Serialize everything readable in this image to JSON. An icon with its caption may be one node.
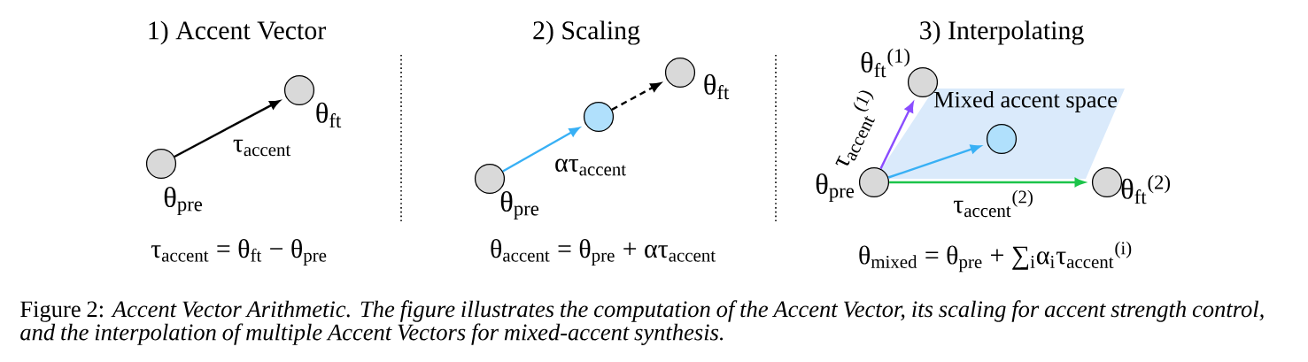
{
  "diagram": {
    "caption": "Figure 2: *Accent Vector Arithmetic. The figure illustrates the computation of the Accent Vector, its scaling for accent strength control, and the interpolation of multiple Accent Vectors for mixed-accent synthesis.*",
    "nodes": [
      {
        "text": [],
        "shape": "circle",
        "beside": [
          "θ$_{pre}$"
        ]
      },
      {
        "text": [],
        "shape": "circle",
        "beside": [
          "θ$_{ft}$"
        ]
      },
      {
        "text": [],
        "shape": "circle",
        "beside": [
          "θ$_{pre}$"
        ]
      },
      {
        "text": [],
        "shape": "circle"
      },
      {
        "text": [],
        "shape": "circle",
        "beside": [
          "θ$_{ft}$"
        ]
      },
      {
        "text": [],
        "shape": "circle",
        "beside": [
          "θ$_{ft}$$^{(1)}$"
        ]
      },
      {
        "text": [
          "Mixed accent space"
        ]
      },
      {
        "text": [],
        "shape": "circle",
        "in": 6
      },
      {
        "text": [],
        "shape": "circle",
        "beside": [
          "θ$_{pre}$"
        ]
      },
      {
        "text": [],
        "shape": "circle",
        "beside": [
          "θ$_{ft}$$^{(2)}$"
        ]
      }
    ],
    "edges": [
      {
        "from": 0,
        "to": 1,
        "arrow": "to",
        "label": "τ$_{accent}$"
      },
      {
        "from": 2,
        "to": 3,
        "arrow": "to",
        "label": "ατ$_{accent}$",
        "color": "#38b0f5"
      },
      {
        "from": 3,
        "to": 4,
        "arrow": "to",
        "style": "dashed"
      },
      {
        "from": 8,
        "to": 5,
        "arrow": "to",
        "label": "τ$_{accent}$$^{(1)}$",
        "color": "#8a4dff"
      },
      {
        "from": 8,
        "to": 7,
        "arrow": "to",
        "color": "#38b0f5"
      },
      {
        "from": 8,
        "to": 9,
        "arrow": "to",
        "label": "τ$_{accent}$$^{(2)}$",
        "color": "#1cc44a"
      }
    ],
    "labels": [
      "1) Accent Vector",
      "2) Scaling",
      "3) Interpolating",
      "τ$_{accent}$ = θ$_{ft}$ − θ$_{pre}$",
      "θ$_{accent}$ = θ$_{pre}$ + ατ$_{accent}$",
      "θ$_{mixed}$ = θ$_{pre}$ + ∑$_{i}$α$_{i}$τ$_{accent}$$^{(i)}$"
    ]
  }
}
